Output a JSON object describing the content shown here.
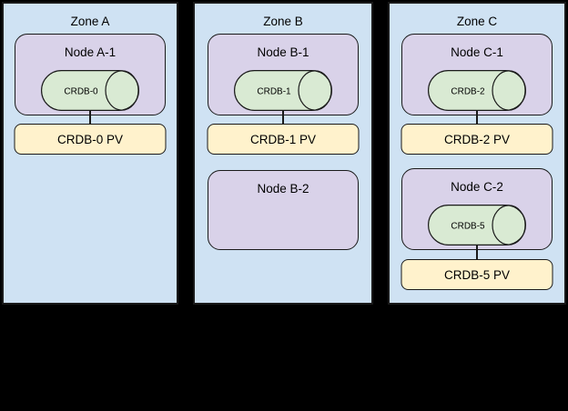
{
  "diagram": {
    "zones": [
      {
        "label": "Zone A",
        "nodes": [
          {
            "label": "Node A-1",
            "db": "CRDB-0",
            "pv": "CRDB-0 PV"
          }
        ]
      },
      {
        "label": "Zone B",
        "nodes": [
          {
            "label": "Node B-1",
            "db": "CRDB-1",
            "pv": "CRDB-1 PV"
          },
          {
            "label": "Node B-2"
          }
        ]
      },
      {
        "label": "Zone C",
        "nodes": [
          {
            "label": "Node C-1",
            "db": "CRDB-2",
            "pv": "CRDB-2 PV"
          },
          {
            "label": "Node C-2",
            "db": "CRDB-5",
            "pv": "CRDB-5 PV"
          }
        ]
      }
    ],
    "colors": {
      "background": "#000000",
      "zone_fill": "#cfe2f3",
      "node_fill": "#d9d2e9",
      "db_cylinder_fill": "#d9ead3",
      "pv_fill": "#fff2cc",
      "border": "#1a1a1a"
    }
  }
}
